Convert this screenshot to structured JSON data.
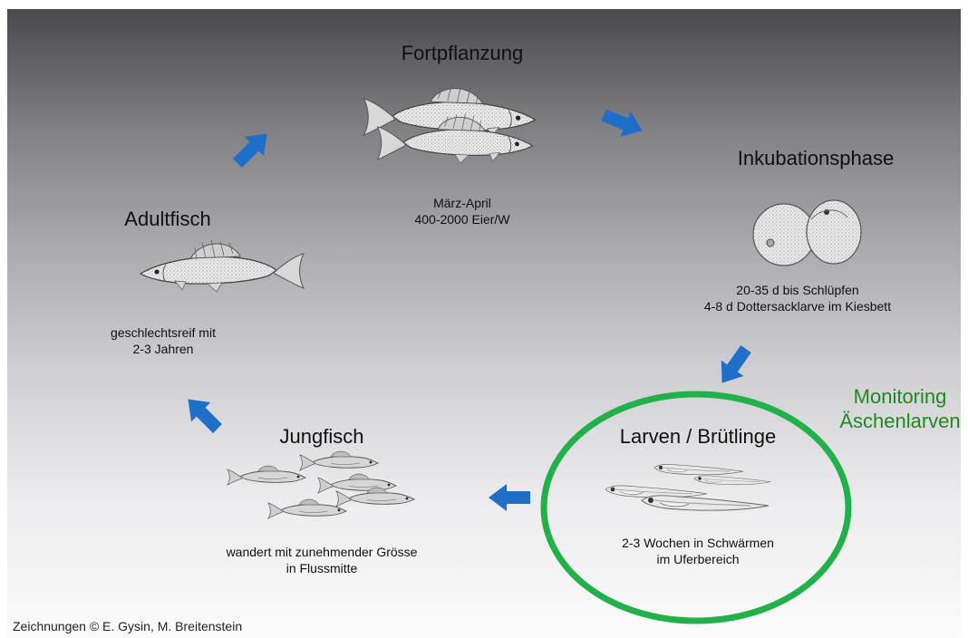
{
  "stages": {
    "reproduction": {
      "title": "Fortpflanzung",
      "lines": [
        "März-April",
        "400-2000 Eier/W"
      ]
    },
    "incubation": {
      "title": "Inkubationsphase",
      "lines": [
        "20-35 d bis Schlüpfen",
        "4-8 d Dottersacklarve im Kiesbett"
      ]
    },
    "larvae": {
      "title": "Larven / Brütlinge",
      "lines": [
        "2-3 Wochen in Schwärmen",
        "im Uferbereich"
      ]
    },
    "juvenile": {
      "title": "Jungfisch",
      "lines": [
        "wandert mit zunehmender Grösse",
        "in Flussmitte"
      ]
    },
    "adult": {
      "title": "Adultfisch",
      "lines": [
        "geschlechtsreif mit",
        "2-3 Jahren"
      ]
    }
  },
  "monitoring": {
    "lines": [
      "Monitoring",
      "Äschenlarven"
    ],
    "color": "#1e8a1e"
  },
  "credit": "Zeichnungen © E. Gysin, M. Breitenstein",
  "colors": {
    "arrow": "#1f6fc9",
    "circle": "#22b04a"
  },
  "icons": [
    "grayling-illustration",
    "egg-illustration",
    "larva-illustration",
    "blue-arrow-icon"
  ]
}
